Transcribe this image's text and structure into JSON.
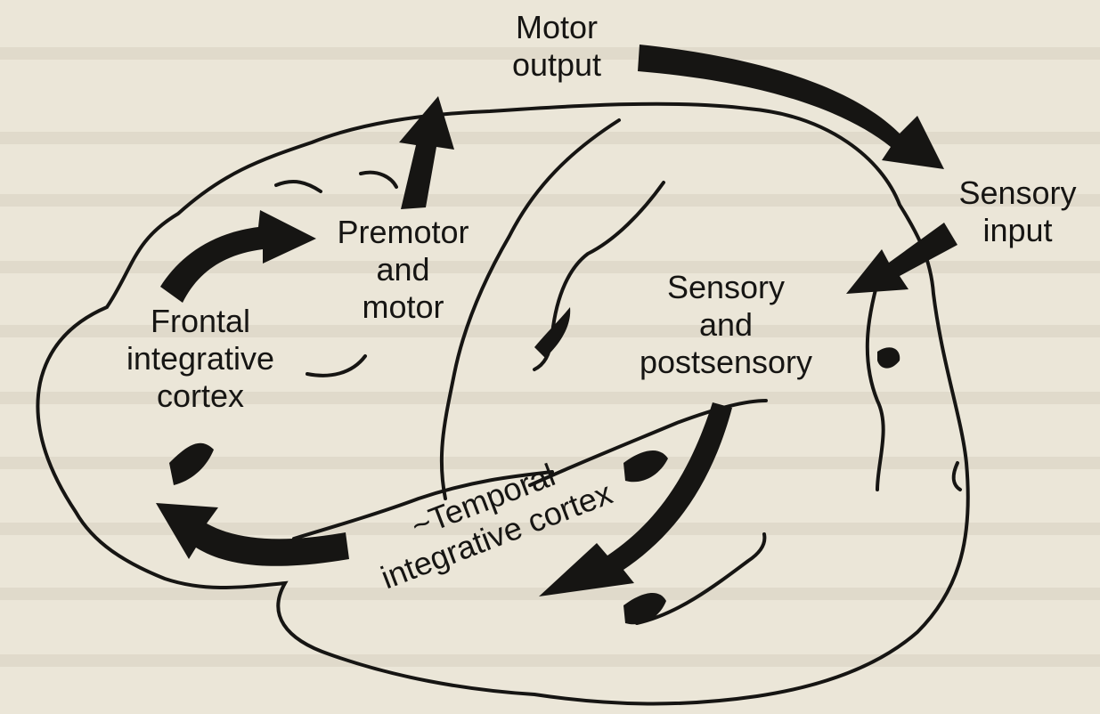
{
  "labels": {
    "motor_output": [
      "Motor",
      "output"
    ],
    "sensory_input": [
      "Sensory",
      "input"
    ],
    "premotor_motor": [
      "Premotor",
      "and",
      "motor"
    ],
    "sensory_postsensory": [
      "Sensory",
      "and",
      "postsensory"
    ],
    "frontal_integrative": [
      "Frontal",
      "integrative",
      "cortex"
    ],
    "temporal_integrative": [
      "~Temporal",
      "integrative cortex"
    ]
  },
  "colors": {
    "ink": "#161513",
    "paper": "#ebe6d8",
    "bleed_through_text": "#cfc9b9"
  },
  "icons": {
    "arrows": "curved-arrow",
    "brain": "brain-outline"
  }
}
